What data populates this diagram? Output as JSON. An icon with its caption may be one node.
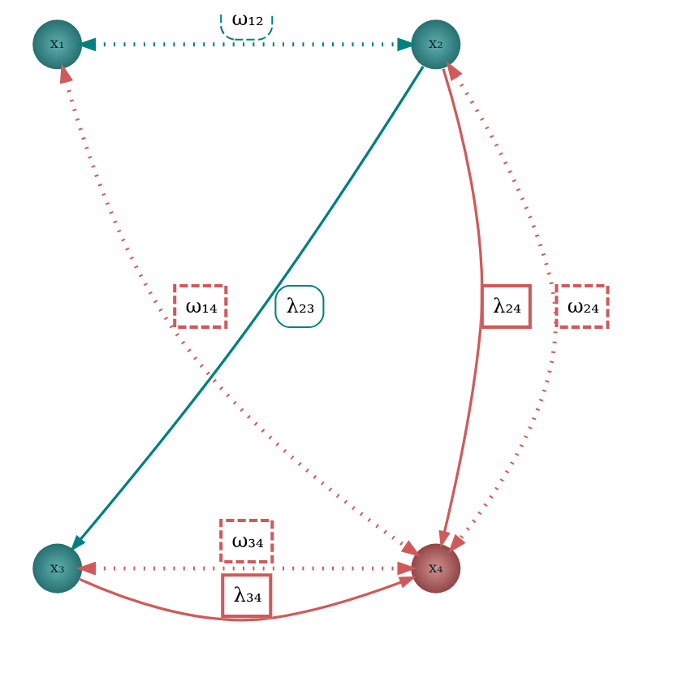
{
  "diagram": {
    "nodes": [
      {
        "text": [
          "x₁"
        ]
      },
      {
        "text": [
          "x₂"
        ]
      },
      {
        "text": [
          "x₃"
        ]
      },
      {
        "text": [
          "x₄"
        ]
      }
    ],
    "edges": [
      {
        "from": 0,
        "to": 1,
        "arrow": "both",
        "label": "ω₁₂",
        "style": "dashed",
        "color": "#008080"
      },
      {
        "from": 1,
        "to": 2,
        "arrow": "to",
        "label": "λ₂₃",
        "color": "#008080"
      },
      {
        "from": 1,
        "to": 3,
        "arrow": "to",
        "label": "λ₂₄"
      },
      {
        "from": 1,
        "to": 3,
        "arrow": "both",
        "label": "ω₂₄",
        "style": "dashed"
      },
      {
        "from": 0,
        "to": 3,
        "arrow": "both",
        "label": "ω₁₄",
        "style": "dashed"
      },
      {
        "from": 2,
        "to": 3,
        "arrow": "to",
        "label": "λ₃₄"
      },
      {
        "from": 2,
        "to": 3,
        "arrow": "both",
        "label": "ω₃₄",
        "style": "dashed"
      }
    ]
  }
}
